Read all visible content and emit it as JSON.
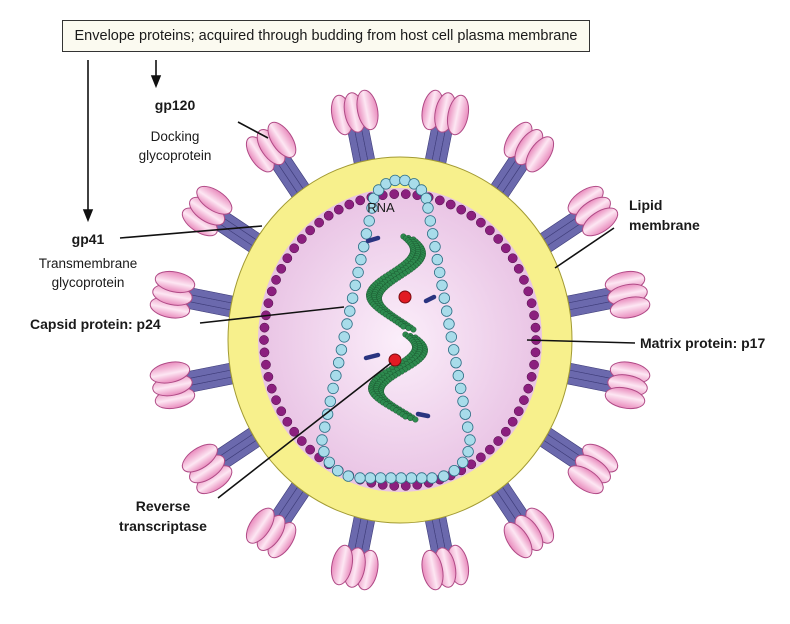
{
  "header": {
    "text": "Envelope proteins; acquired through budding from host cell plasma membrane"
  },
  "labels": {
    "gp120": {
      "name": "gp120",
      "desc_line1": "Docking",
      "desc_line2": "glycoprotein"
    },
    "gp41": {
      "name": "gp41",
      "desc_line1": "Transmembrane",
      "desc_line2": "glycoprotein"
    },
    "capsid": "Capsid protein: p24",
    "rna": "RNA",
    "lipid": {
      "line1": "Lipid",
      "line2": "membrane"
    },
    "matrix": "Matrix protein: p17",
    "rt": {
      "line1": "Reverse",
      "line2": "transcriptase"
    }
  },
  "colors": {
    "envelope": "#f7f08c",
    "interior": "#f1d2ee",
    "matrix": "#8b1f7e",
    "capsid": "#a8dcea",
    "rna": "#2d8a4e",
    "stalk": "#6b69ad",
    "knob": "#f1b3d6",
    "enzyme": "#e21b23",
    "rna_cap": "#2a3480"
  }
}
